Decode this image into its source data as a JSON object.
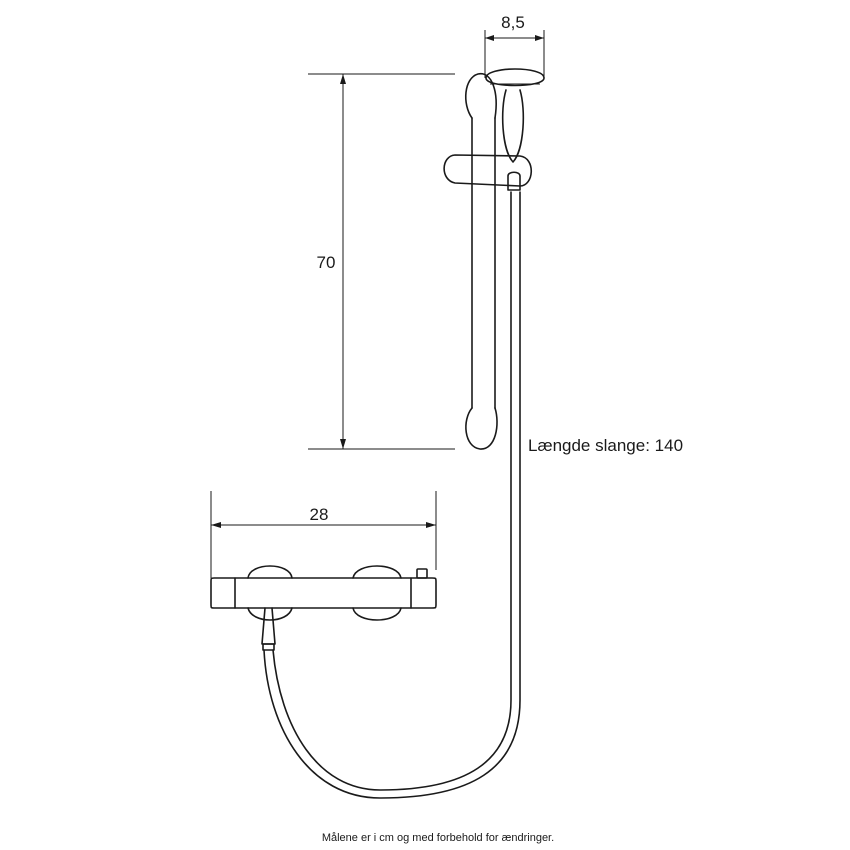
{
  "dimensions": {
    "head_width": "8,5",
    "rail_height": "70",
    "mixer_width": "28"
  },
  "hose_label": "Længde slange: 140",
  "footnote": "Målene er i cm og med forbehold for ændringer.",
  "colors": {
    "line": "#1a1a1a",
    "background": "#ffffff"
  }
}
